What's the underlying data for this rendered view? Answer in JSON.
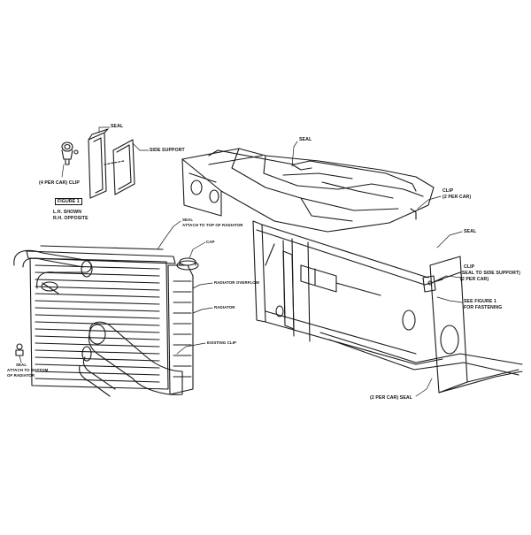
{
  "figure_inset": {
    "seal": "SEAL",
    "side_support": "SIDE SUPPORT",
    "clip": "(4 PER CAR) CLIP",
    "figure_label": "FIGURE 1",
    "lh_shown": "L.H. SHOWN",
    "rh_opposite": "R.H. OPPOSITE"
  },
  "radiator": {
    "seal_top_1": "SEAL",
    "seal_top_2": "ATTACH TO TOP OF RADIATOR",
    "cap": "CAP",
    "radiator_overflow": "RADIATOR OVERFLOW",
    "radiator": "RADIATOR",
    "existing_clip": "EXISTING CLIP",
    "seal_bottom_1": "SEAL",
    "seal_bottom_2": "ATTACH TO BOTTOM",
    "seal_bottom_3": "OF RADIATOR"
  },
  "support": {
    "seal_top": "SEAL",
    "clip_1": "CLIP",
    "clip_2": "(2 PER CAR)",
    "seal_right": "SEAL",
    "clip_side_1": "CLIP",
    "clip_side_2": "(SEAL TO SIDE SUPPORT)",
    "clip_side_3": "(2 PER CAR)",
    "see_fig_1": "SEE FIGURE 1",
    "see_fig_2": "FOR FASTENING",
    "seal_bottom": "(2 PER CAR) SEAL"
  }
}
